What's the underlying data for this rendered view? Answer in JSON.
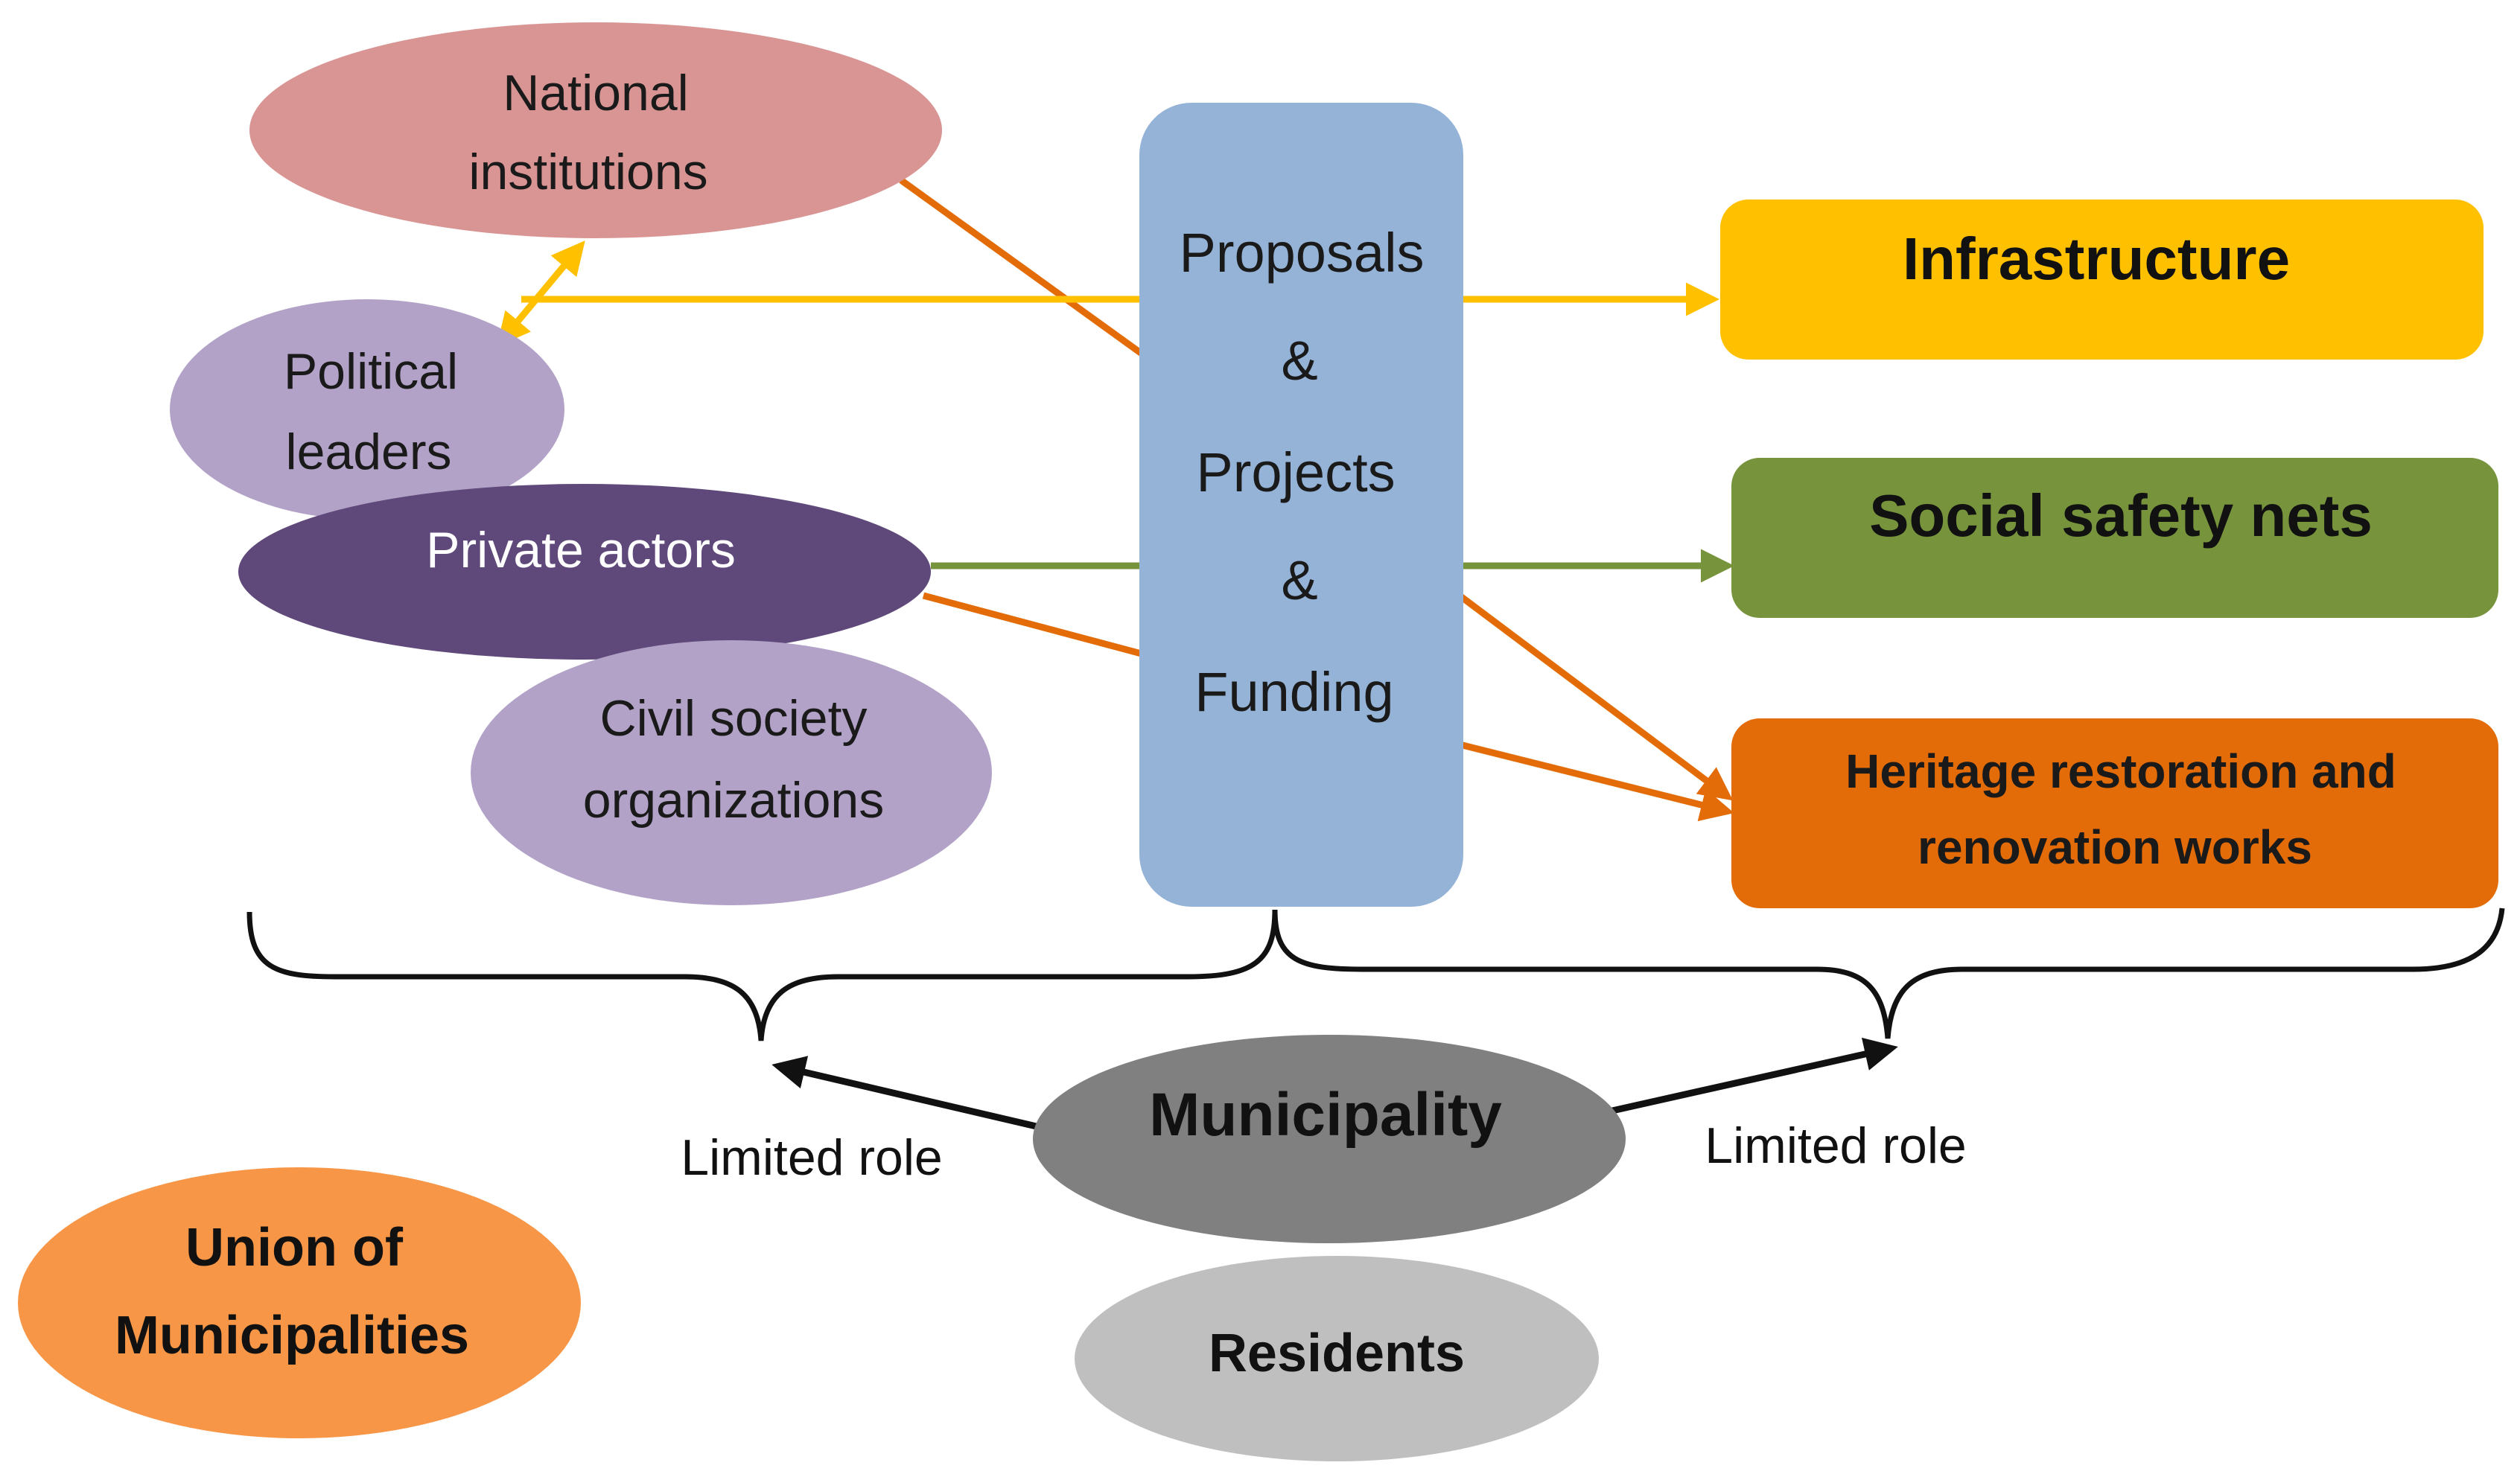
{
  "colors": {
    "national": "#d99594",
    "political": "#b2a2c7",
    "private": "#5f497a",
    "civil": "#b2a2c7",
    "center": "#95b3d7",
    "infrastructure": "#ffc000",
    "social": "#77933c",
    "heritage": "#e36c09",
    "municipality": "#808080",
    "residents": "#bfbfbf",
    "union": "#f79646",
    "arrow_orange": "#e36c09",
    "arrow_yellow": "#ffc000",
    "arrow_green": "#77933c"
  },
  "actors": {
    "national_institutions": [
      "National",
      "institutions"
    ],
    "political_leaders": [
      "Political",
      "leaders"
    ],
    "private_actors": "Private actors",
    "civil_society": [
      "Civil society",
      "organizations"
    ]
  },
  "center": {
    "lines": [
      "Proposals",
      "&",
      "Projects",
      "&",
      "Funding"
    ]
  },
  "outcomes": {
    "infrastructure": "Infrastructure",
    "social_safety_nets": "Social safety nets",
    "heritage": [
      "Heritage restoration and",
      "renovation works"
    ]
  },
  "bottom": {
    "municipality": "Municipality",
    "limited_role_left": "Limited role",
    "limited_role_right": "Limited role",
    "residents": "Residents",
    "union": [
      "Union of",
      "Municipalities"
    ]
  }
}
